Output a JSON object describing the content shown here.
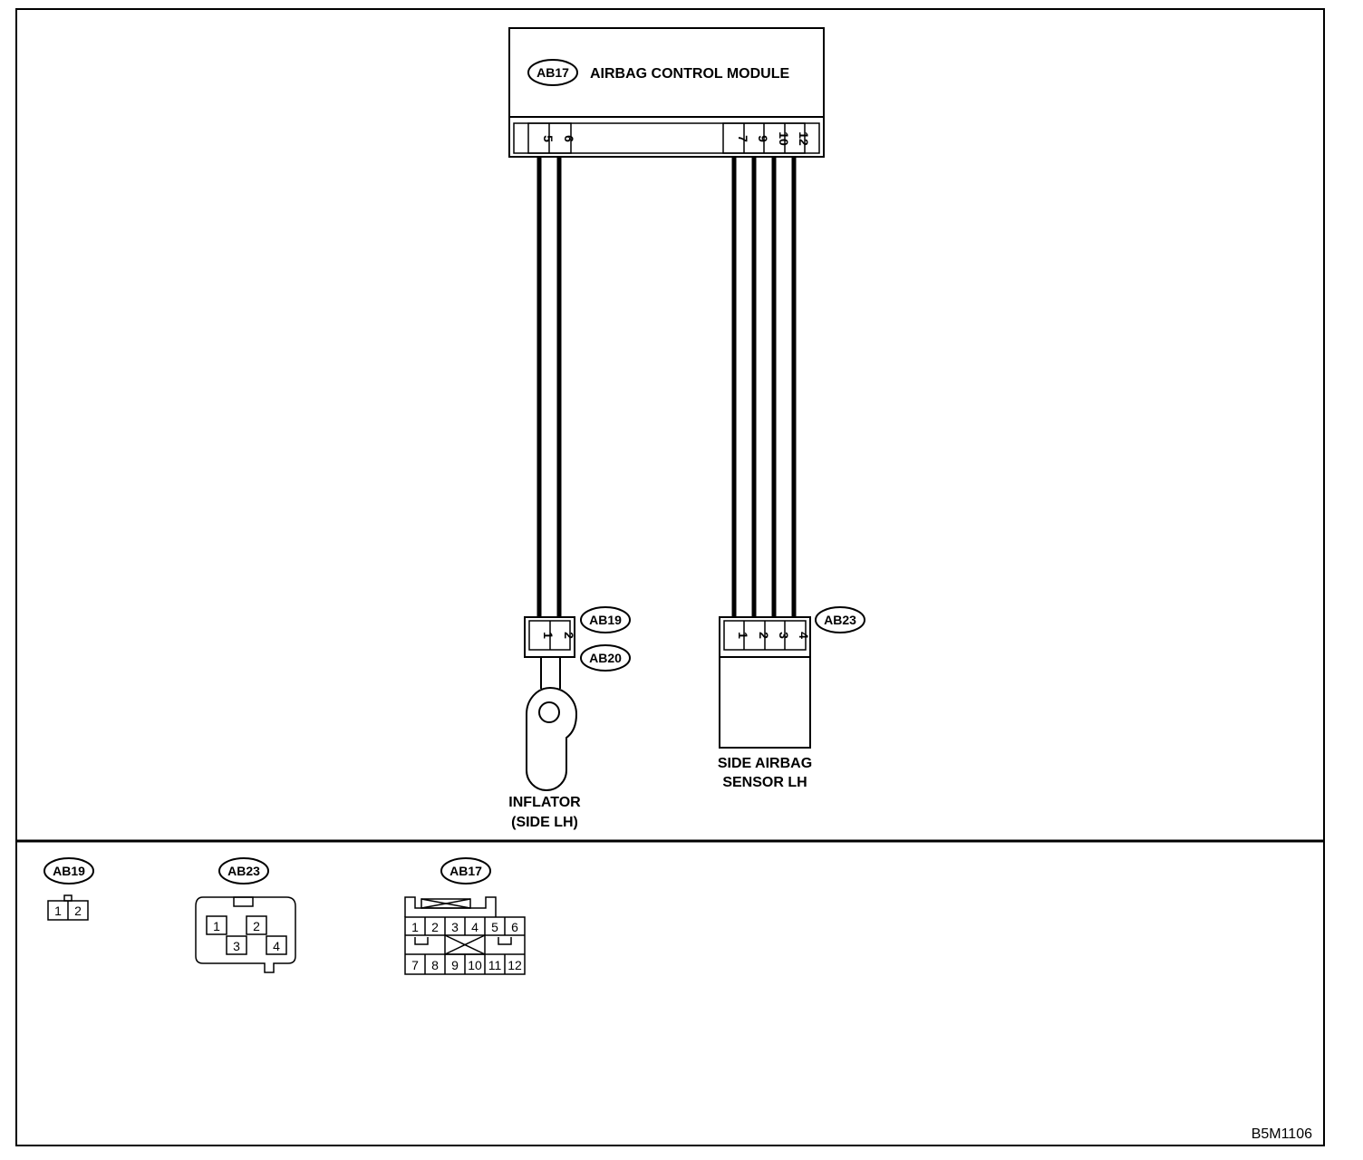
{
  "module": {
    "code": "AB17",
    "title": "AIRBAG CONTROL MODULE",
    "left_pins": [
      "5",
      "6"
    ],
    "right_pins": [
      "7",
      "9",
      "10",
      "12"
    ]
  },
  "inflator": {
    "connector_codes": [
      "AB19",
      "AB20"
    ],
    "pins": [
      "1",
      "2"
    ],
    "label_line1": "INFLATOR",
    "label_line2": "(SIDE LH)"
  },
  "sensor": {
    "connector_code": "AB23",
    "pins": [
      "1",
      "2",
      "3",
      "4"
    ],
    "label_line1": "SIDE AIRBAG",
    "label_line2": "SENSOR LH"
  },
  "connector_views": {
    "ab19": {
      "code": "AB19",
      "pins": [
        "1",
        "2"
      ]
    },
    "ab23": {
      "code": "AB23",
      "pins": [
        "1",
        "2",
        "3",
        "4"
      ]
    },
    "ab17": {
      "code": "AB17",
      "pins": [
        "1",
        "2",
        "3",
        "4",
        "5",
        "6",
        "7",
        "8",
        "9",
        "10",
        "11",
        "12"
      ]
    }
  },
  "figure_code": "B5M1106"
}
